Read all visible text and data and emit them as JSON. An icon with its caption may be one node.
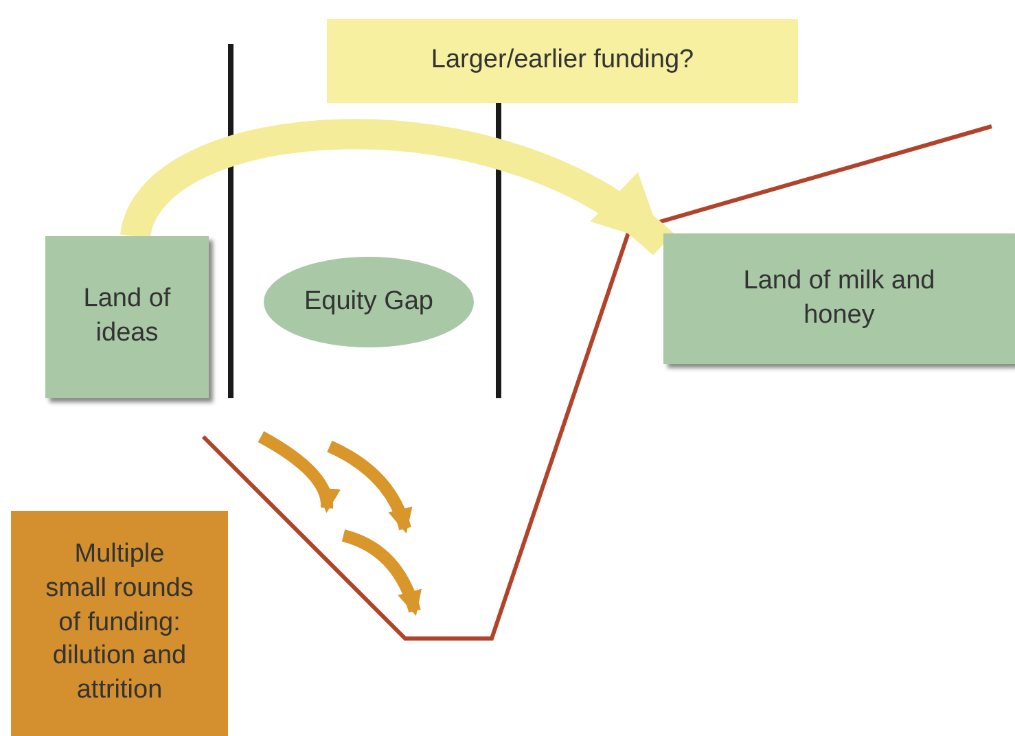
{
  "diagram": {
    "nodes": [
      {
        "text": [
          "Larger/earlier funding?"
        ]
      },
      {
        "text": [
          "Land of ideas"
        ]
      },
      {
        "text": [
          "Equity Gap"
        ]
      },
      {
        "text": [
          "Land of milk and honey"
        ]
      },
      {
        "text": [
          "Multiple small rounds of funding: dilution and attrition"
        ]
      }
    ],
    "edges": [
      {
        "from": 1,
        "to": 3,
        "arrow": "to"
      }
    ]
  }
}
